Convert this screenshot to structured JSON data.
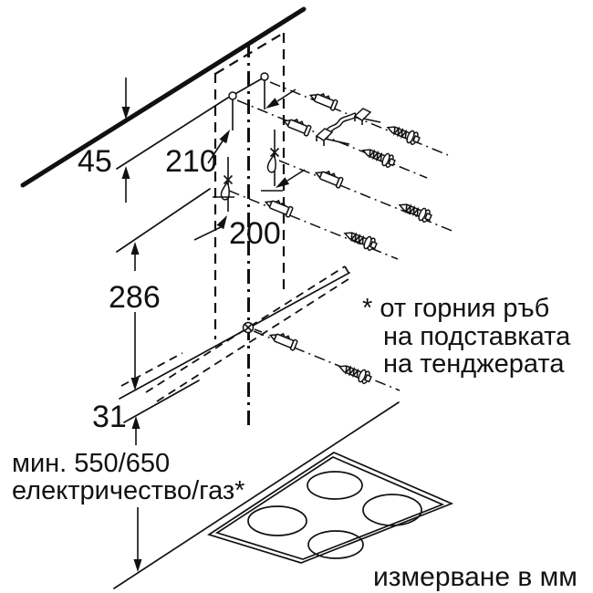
{
  "diagram": {
    "type": "cooker-hood wall mounting installation drawing",
    "dims": {
      "ceiling_gap": "45",
      "upper_holes": "210",
      "hook_holes": "200",
      "bracket_drop": "286",
      "edge_offset": "31"
    },
    "min_distance": {
      "line1": "мин. 550/650",
      "line2": "електричество/газ*"
    },
    "footnote": {
      "line1": "* от горния ръб",
      "line2": "на подставката",
      "line3": "на тенджерата"
    },
    "units": "измерване в мм",
    "colors": {
      "ink": "#111111",
      "background": "#ffffff"
    }
  }
}
